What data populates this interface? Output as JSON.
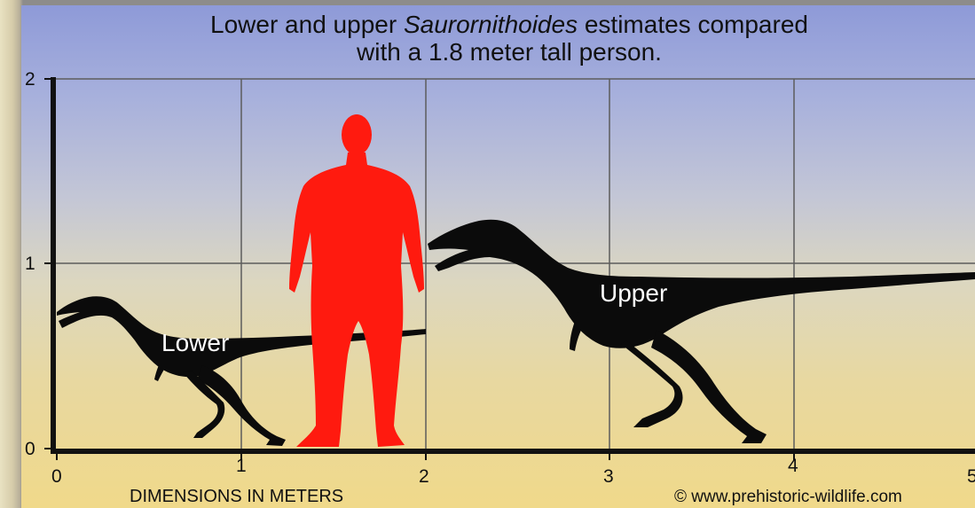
{
  "title": {
    "line1_pre": "Lower and upper ",
    "line1_italic": "Saurornithoides",
    "line1_post": " estimates compared",
    "line2": "with a 1.8 meter tall person."
  },
  "axes": {
    "x_label": "DIMENSIONS IN METERS",
    "x_ticks": [
      "0",
      "1",
      "2",
      "3",
      "4",
      "5"
    ],
    "y_ticks": [
      "0",
      "1",
      "2"
    ]
  },
  "labels": {
    "lower": "Lower",
    "upper": "Upper"
  },
  "credit": "© www.prehistoric-wildlife.com",
  "colors": {
    "human": "#ff1a0f",
    "dinosaur": "#0b0b0b",
    "grid": "#5c5c5c"
  }
}
